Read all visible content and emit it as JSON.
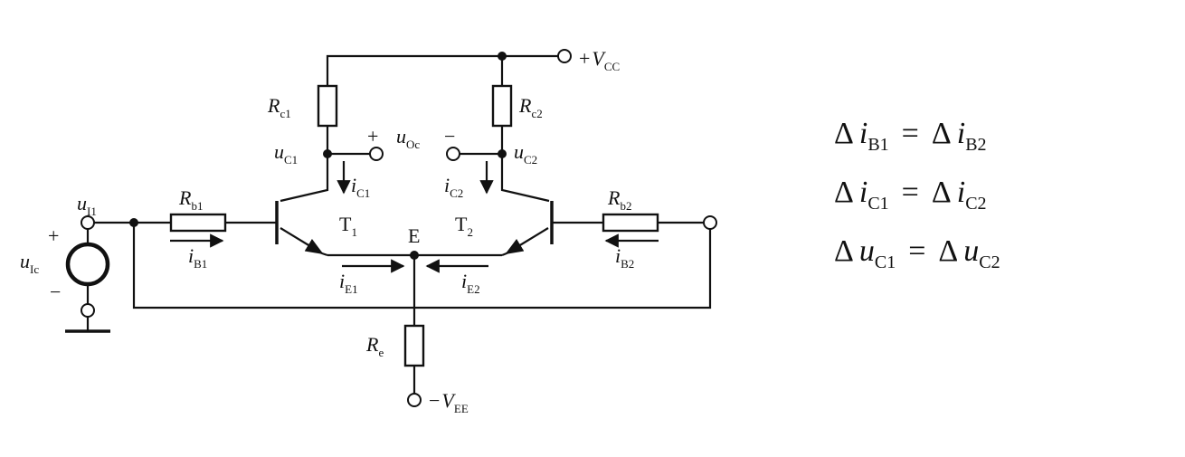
{
  "supply": {
    "vcc": {
      "sign": "+",
      "sym": "V",
      "sub": "CC"
    },
    "vee": {
      "sign": "−",
      "sym": "V",
      "sub": "EE"
    }
  },
  "resistors": {
    "rc1": {
      "sym": "R",
      "sub": "c1"
    },
    "rc2": {
      "sym": "R",
      "sub": "c2"
    },
    "rb1": {
      "sym": "R",
      "sub": "b1"
    },
    "rb2": {
      "sym": "R",
      "sub": "b2"
    },
    "re": {
      "sym": "R",
      "sub": "e"
    }
  },
  "transistors": {
    "t1": {
      "sym": "T",
      "sub": "1"
    },
    "t2": {
      "sym": "T",
      "sub": "2"
    }
  },
  "nodes": {
    "e": "E",
    "uc1": {
      "sym": "u",
      "sub": "C1"
    },
    "uc2": {
      "sym": "u",
      "sub": "C2"
    },
    "uoc": {
      "plus": "+",
      "sym": "u",
      "sub": "Oc",
      "minus": "−"
    },
    "ui1": {
      "sym": "u",
      "sub": "I1"
    },
    "uic": {
      "sym": "u",
      "sub": "Ic",
      "plus": "+",
      "minus": "−"
    }
  },
  "currents": {
    "ic1": {
      "sym": "i",
      "sub": "C1"
    },
    "ic2": {
      "sym": "i",
      "sub": "C2"
    },
    "ib1": {
      "sym": "i",
      "sub": "B1"
    },
    "ib2": {
      "sym": "i",
      "sub": "B2"
    },
    "ie1": {
      "sym": "i",
      "sub": "E1"
    },
    "ie2": {
      "sym": "i",
      "sub": "E2"
    }
  },
  "equations": [
    {
      "delta": "Δ",
      "lhs": "i",
      "lsub": "B1",
      "eq": "=",
      "rhs": "i",
      "rsub": "B2"
    },
    {
      "delta": "Δ",
      "lhs": "i",
      "lsub": "C1",
      "eq": "=",
      "rhs": "i",
      "rsub": "C2"
    },
    {
      "delta": "Δ",
      "lhs": "u",
      "lsub": "C1",
      "eq": "=",
      "rhs": "u",
      "rsub": "C2"
    }
  ]
}
